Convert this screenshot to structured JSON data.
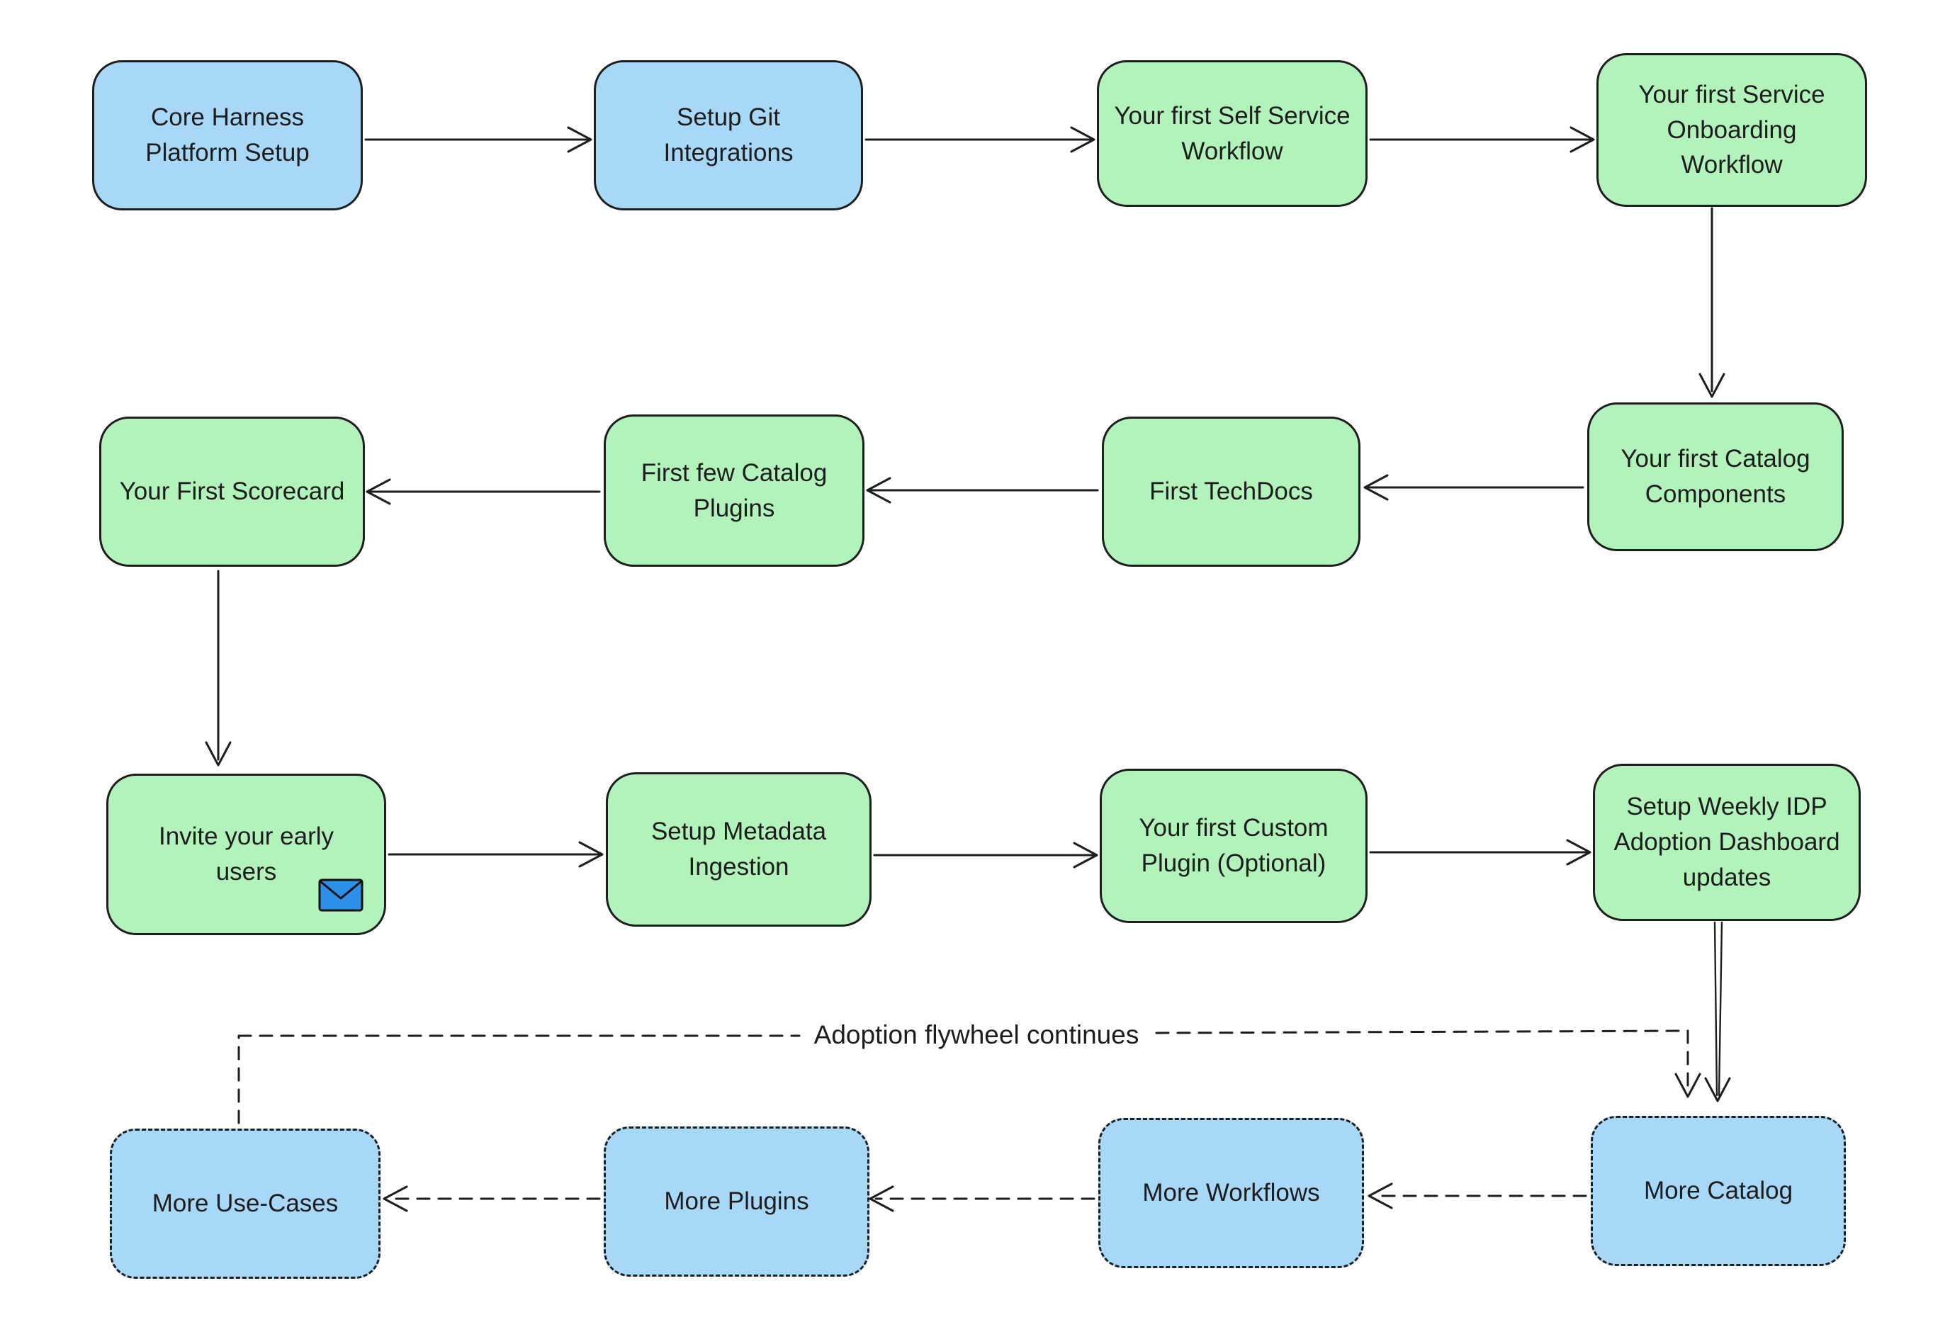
{
  "diagram": {
    "type": "flowchart",
    "background": "#ffffff"
  },
  "colors": {
    "node_blue": "#a7d8f7",
    "node_green": "#b2f2bb",
    "stroke": "#1e1e1e",
    "envelope_blue": "#2e8fe8",
    "text": "#1d1d1d"
  },
  "annotation": {
    "flywheel_label": "Adoption flywheel continues"
  },
  "nodes": [
    {
      "id": "core-harness-platform-setup",
      "label": "Core Harness\nPlatform Setup",
      "color": "blue",
      "border": "solid"
    },
    {
      "id": "setup-git-integrations",
      "label": "Setup Git\nIntegrations",
      "color": "blue",
      "border": "solid"
    },
    {
      "id": "your-first-self-service-workflow",
      "label": "Your first Self Service\nWorkflow",
      "color": "green",
      "border": "solid"
    },
    {
      "id": "your-first-service-onboarding-workflow",
      "label": "Your first Service\nOnboarding\nWorkflow",
      "color": "green",
      "border": "solid"
    },
    {
      "id": "your-first-catalog-components",
      "label": "Your first Catalog\nComponents",
      "color": "green",
      "border": "solid"
    },
    {
      "id": "first-techdocs",
      "label": "First TechDocs",
      "color": "green",
      "border": "solid"
    },
    {
      "id": "first-few-catalog-plugins",
      "label": "First few Catalog\nPlugins",
      "color": "green",
      "border": "solid"
    },
    {
      "id": "your-first-scorecard",
      "label": "Your First Scorecard",
      "color": "green",
      "border": "solid"
    },
    {
      "id": "invite-your-early-users",
      "label": "Invite your early\nusers",
      "color": "green",
      "border": "solid",
      "icon": "envelope-icon"
    },
    {
      "id": "setup-metadata-ingestion",
      "label": "Setup Metadata\nIngestion",
      "color": "green",
      "border": "solid"
    },
    {
      "id": "your-first-custom-plugin",
      "label": "Your first Custom\nPlugin (Optional)",
      "color": "green",
      "border": "solid"
    },
    {
      "id": "setup-weekly-idp-adoption-dashboard-updates",
      "label": "Setup Weekly IDP\nAdoption Dashboard\nupdates",
      "color": "green",
      "border": "solid"
    },
    {
      "id": "more-catalog",
      "label": "More Catalog",
      "color": "blue",
      "border": "dashed"
    },
    {
      "id": "more-workflows",
      "label": "More Workflows",
      "color": "blue",
      "border": "dashed"
    },
    {
      "id": "more-plugins",
      "label": "More Plugins",
      "color": "blue",
      "border": "dashed"
    },
    {
      "id": "more-use-cases",
      "label": "More Use-Cases",
      "color": "blue",
      "border": "dashed"
    }
  ],
  "edges": [
    {
      "from": "core-harness-platform-setup",
      "to": "setup-git-integrations",
      "style": "solid"
    },
    {
      "from": "setup-git-integrations",
      "to": "your-first-self-service-workflow",
      "style": "solid"
    },
    {
      "from": "your-first-self-service-workflow",
      "to": "your-first-service-onboarding-workflow",
      "style": "solid"
    },
    {
      "from": "your-first-service-onboarding-workflow",
      "to": "your-first-catalog-components",
      "style": "solid"
    },
    {
      "from": "your-first-catalog-components",
      "to": "first-techdocs",
      "style": "solid"
    },
    {
      "from": "first-techdocs",
      "to": "first-few-catalog-plugins",
      "style": "solid"
    },
    {
      "from": "first-few-catalog-plugins",
      "to": "your-first-scorecard",
      "style": "solid"
    },
    {
      "from": "your-first-scorecard",
      "to": "invite-your-early-users",
      "style": "solid"
    },
    {
      "from": "invite-your-early-users",
      "to": "setup-metadata-ingestion",
      "style": "solid"
    },
    {
      "from": "setup-metadata-ingestion",
      "to": "your-first-custom-plugin",
      "style": "solid"
    },
    {
      "from": "your-first-custom-plugin",
      "to": "setup-weekly-idp-adoption-dashboard-updates",
      "style": "solid"
    },
    {
      "from": "setup-weekly-idp-adoption-dashboard-updates",
      "to": "more-catalog",
      "style": "solid"
    },
    {
      "from": "more-catalog",
      "to": "more-workflows",
      "style": "dashed"
    },
    {
      "from": "more-workflows",
      "to": "more-plugins",
      "style": "dashed"
    },
    {
      "from": "more-plugins",
      "to": "more-use-cases",
      "style": "dashed"
    },
    {
      "from": "more-use-cases",
      "to": "more-catalog",
      "style": "dashed",
      "label": "Adoption flywheel continues"
    }
  ]
}
